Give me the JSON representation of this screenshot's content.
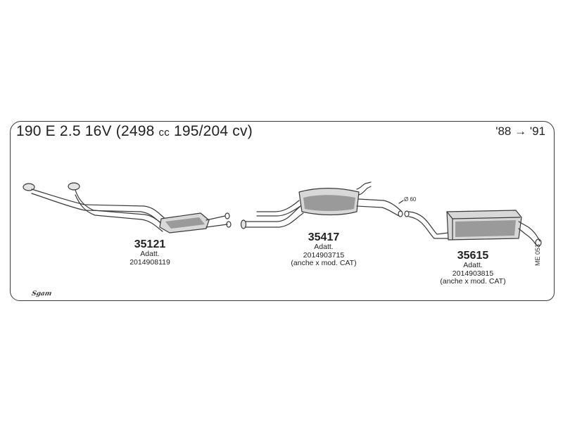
{
  "header": {
    "model": "190 E 2.5 16V",
    "spec_open": "(2498 ",
    "spec_cc": "cc",
    "spec_rest": " 195/204 cv)",
    "years": "'88 → '91"
  },
  "pipe_diameter_label": "Ø 60",
  "parts": [
    {
      "number": "35121",
      "lines": [
        "Adatt.",
        "2014908119"
      ]
    },
    {
      "number": "35417",
      "lines": [
        "Adatt.",
        "2014903715",
        "(anche x mod. CAT)"
      ]
    },
    {
      "number": "35615",
      "lines": [
        "Adatt.",
        "2014903815",
        "(anche x mod. CAT)"
      ]
    }
  ],
  "catalog_code": "ME 053",
  "logo_text": "Sgam",
  "colors": {
    "stroke": "#3a3a3a",
    "fill": "#d8d8d8",
    "shade": "#9a9a9a"
  }
}
